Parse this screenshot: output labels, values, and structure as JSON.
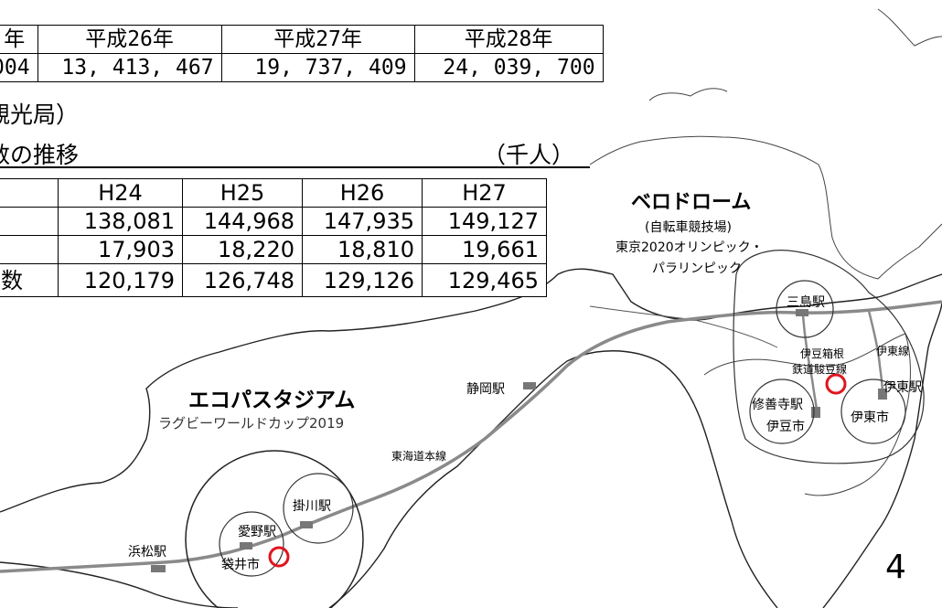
{
  "table1": {
    "headers": [
      "年",
      "平成26年",
      "平成27年",
      "平成28年"
    ],
    "values": [
      "004",
      "13, 413, 467",
      "19, 737, 409",
      "24, 039, 700"
    ]
  },
  "source_note": "観光局）",
  "table2": {
    "subtitle": "数の推移",
    "unit": "（千人）",
    "headers": [
      "",
      "H24",
      "H25",
      "H26",
      "H27"
    ],
    "rows": [
      [
        "",
        "138,081",
        "144,968",
        "147,935",
        "149,127"
      ],
      [
        "",
        "17,903",
        "18,220",
        "18,810",
        "19,661"
      ],
      [
        "数",
        "120,179",
        "126,748",
        "129,126",
        "129,465"
      ]
    ]
  },
  "map": {
    "velodrome": {
      "title": "ベロドローム",
      "sub1": "(自転車競技場)",
      "sub2": "東京2020オリンピック・",
      "sub3": "パラリンピック"
    },
    "ecopa": {
      "title": "エコパスタジアム",
      "sub": "ラグビーワールドカップ2019"
    },
    "stations": {
      "mishima": "三島駅",
      "izuhakone": "伊豆箱根",
      "sunzu": "鉄道駿豆線",
      "ito_line": "伊東線",
      "ito_station": "伊東駅",
      "shuzenji": "修善寺駅",
      "izu_city": "伊豆市",
      "ito_city": "伊東市",
      "shizuoka": "静岡駅",
      "tokaido": "東海道本線",
      "kakegawa": "掛川駅",
      "aino": "愛野駅",
      "fukuroi": "袋井市",
      "hamamatsu": "浜松駅"
    },
    "colors": {
      "marker": "#e0141e",
      "rail": "#8a8a8a",
      "coast": "#222222"
    }
  },
  "page_number": "4"
}
